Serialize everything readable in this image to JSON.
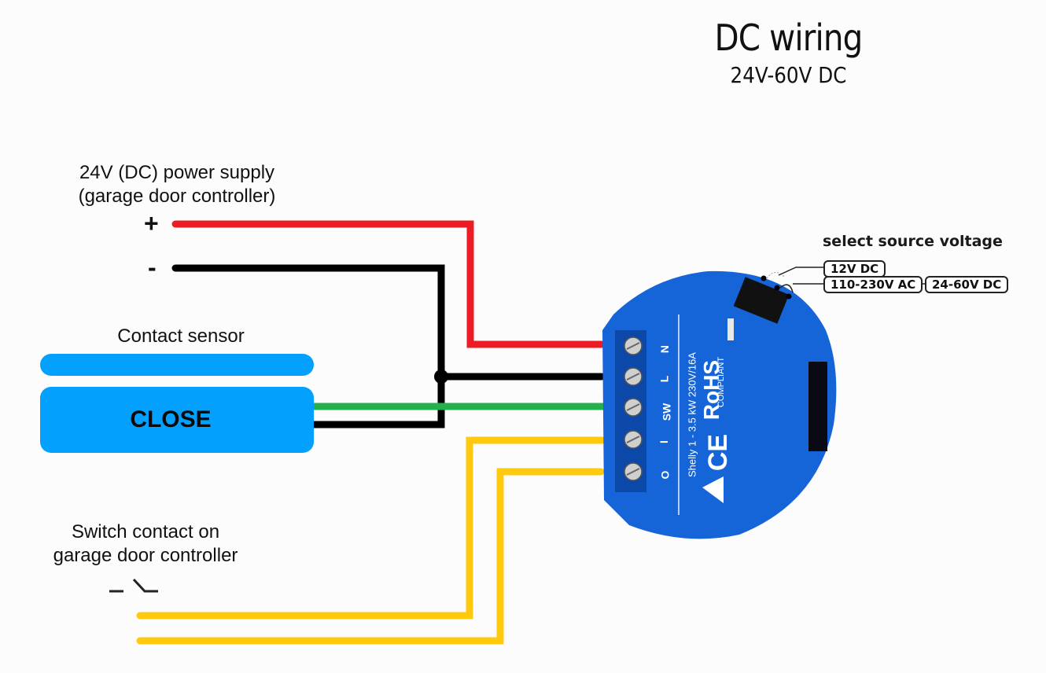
{
  "header": {
    "title": "DC wiring",
    "subtitle": "24V-60V DC"
  },
  "power_supply": {
    "label_line1": "24V (DC) power supply",
    "label_line2": "(garage door controller)",
    "plus_sign": "+",
    "minus_sign": "-"
  },
  "contact_sensor": {
    "label": "Contact sensor",
    "state_label": "CLOSE",
    "color": "#03a0fe"
  },
  "switch_contact": {
    "label_line1": "Switch contact on",
    "label_line2": "garage door controller",
    "icon": "switch-open-icon"
  },
  "voltage_selector": {
    "title": "select source voltage",
    "options": [
      "12V DC",
      "110-230V AC",
      "24-60V DC"
    ]
  },
  "device": {
    "model_text": "Shelly 1 - 3.5 kW 230V/16A",
    "terminals": [
      "N",
      "L",
      "SW",
      "I",
      "O"
    ],
    "certifications": [
      "RoHS",
      "COMPLIANT",
      "CE"
    ],
    "body_color": "#1565d8"
  },
  "wires": [
    {
      "name": "positive",
      "color": "#ed1c24",
      "terminal": "N"
    },
    {
      "name": "negative",
      "color": "#000000",
      "terminal": "L"
    },
    {
      "name": "sensor-signal",
      "color": "#22b14c",
      "terminal": "SW"
    },
    {
      "name": "switch-in",
      "color": "#ffc90e",
      "terminal": "I"
    },
    {
      "name": "switch-out",
      "color": "#ffc90e",
      "terminal": "O"
    }
  ]
}
